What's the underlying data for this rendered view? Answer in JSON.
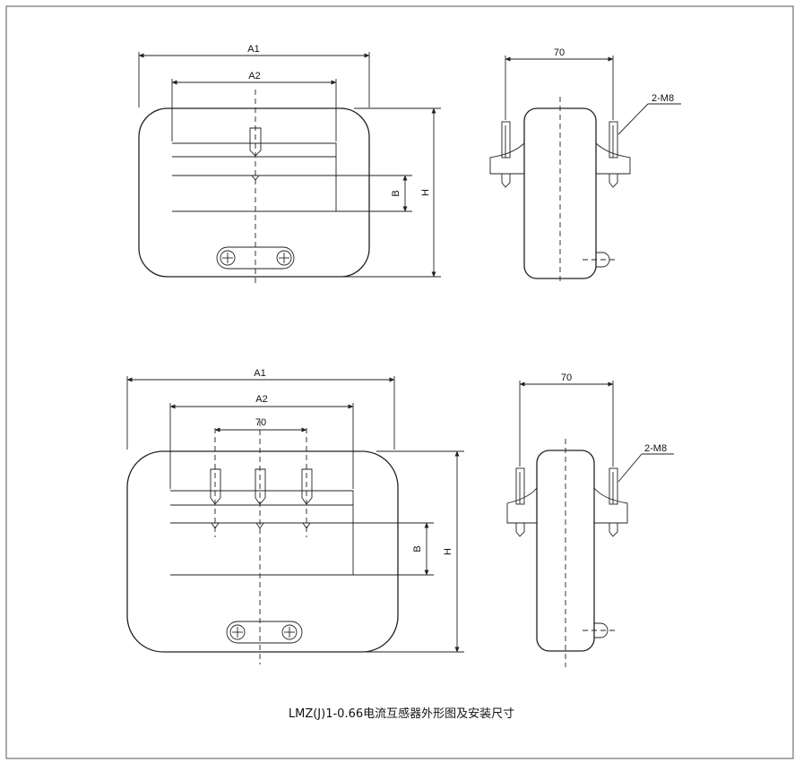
{
  "labels": {
    "a1": "A1",
    "a2": "A2",
    "h": "H",
    "b": "B",
    "spacing": "70",
    "thread": "2-M8"
  },
  "caption": "LMZ(J)1-0.66电流互感器外形图及安装尺寸"
}
